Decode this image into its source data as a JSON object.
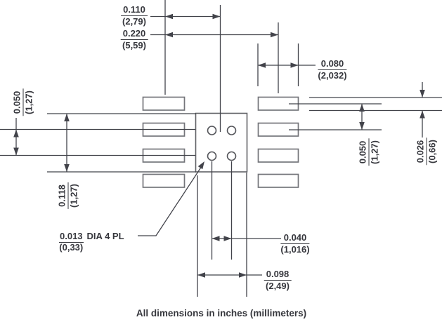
{
  "caption": "All dimensions in inches (millimeters)",
  "colors": {
    "dimension_line": "#42434a",
    "pad_outline": "#74757a",
    "text": "#36373d"
  },
  "dimensions": {
    "pad_center_to_package_center": {
      "in": "0.110",
      "mm": "(2,79)"
    },
    "pad_center_to_pad_center_span": {
      "in": "0.220",
      "mm": "(5,59)"
    },
    "pad_length": {
      "in": "0.080",
      "mm": "(2,032)"
    },
    "pad_pitch_left": {
      "in": "0.050",
      "mm": "(1,27)"
    },
    "thermal_pad_height": {
      "in": "0.118",
      "mm": "(1,27)"
    },
    "pad_pitch_right": {
      "in": "0.050",
      "mm": "(1,27)"
    },
    "pad_width": {
      "in": "0.026",
      "mm": "(0,66)"
    },
    "via_pitch": {
      "in": "0.040",
      "mm": "(1,016)"
    },
    "thermal_pad_width": {
      "in": "0.098",
      "mm": "(2,49)"
    },
    "via_diameter": {
      "in": "0.013",
      "suffix": "DIA 4 PL",
      "mm": "(0,33)"
    }
  }
}
